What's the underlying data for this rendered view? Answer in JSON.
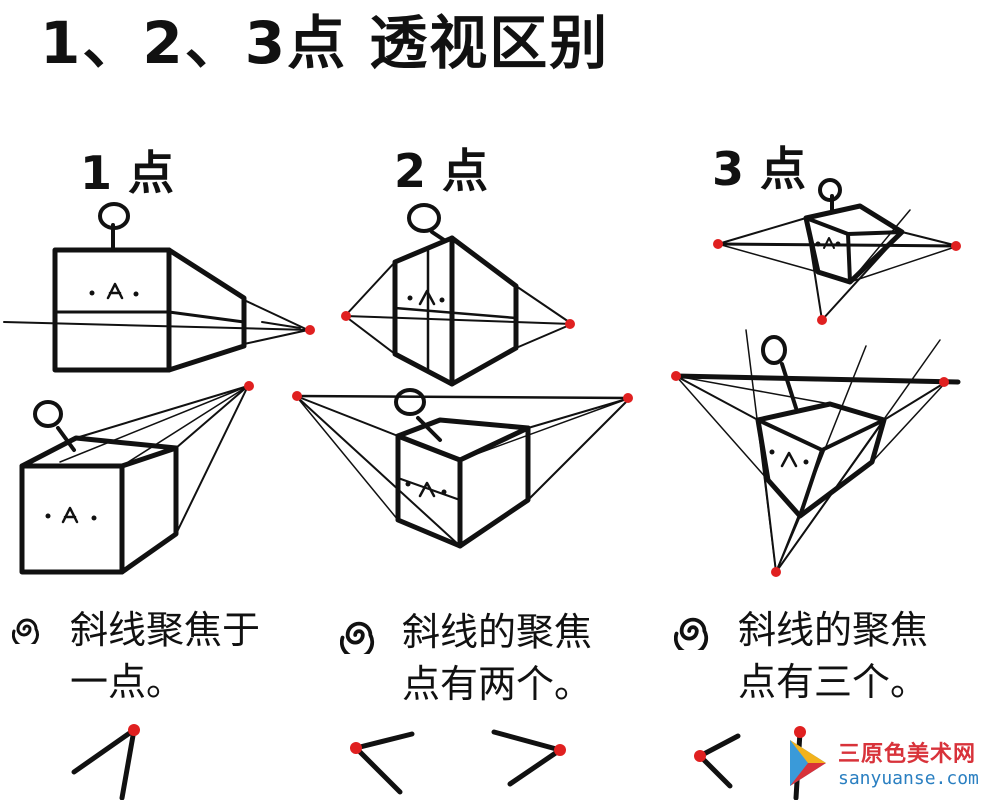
{
  "title": "1、2、3点 透视区别",
  "columns": [
    {
      "label": "1 点",
      "desc_line1": "斜线聚焦于",
      "desc_line2": "一点。"
    },
    {
      "label": "2 点",
      "desc_line1": "斜线的聚焦",
      "desc_line2": "点有两个。"
    },
    {
      "label": "3 点",
      "desc_line1": "斜线的聚焦",
      "desc_line2": "点有三个。"
    }
  ],
  "colors": {
    "ink": "#111111",
    "vanishing_point": "#e02020",
    "watermark_red": "#d8323a",
    "watermark_blue": "#2a7fc1"
  },
  "icons": [
    "spiral-bullet-icon",
    "face-icon",
    "vanishing-point-icon"
  ],
  "watermark": {
    "cn": "三原色美术网",
    "en": "sanyuanse.com"
  }
}
